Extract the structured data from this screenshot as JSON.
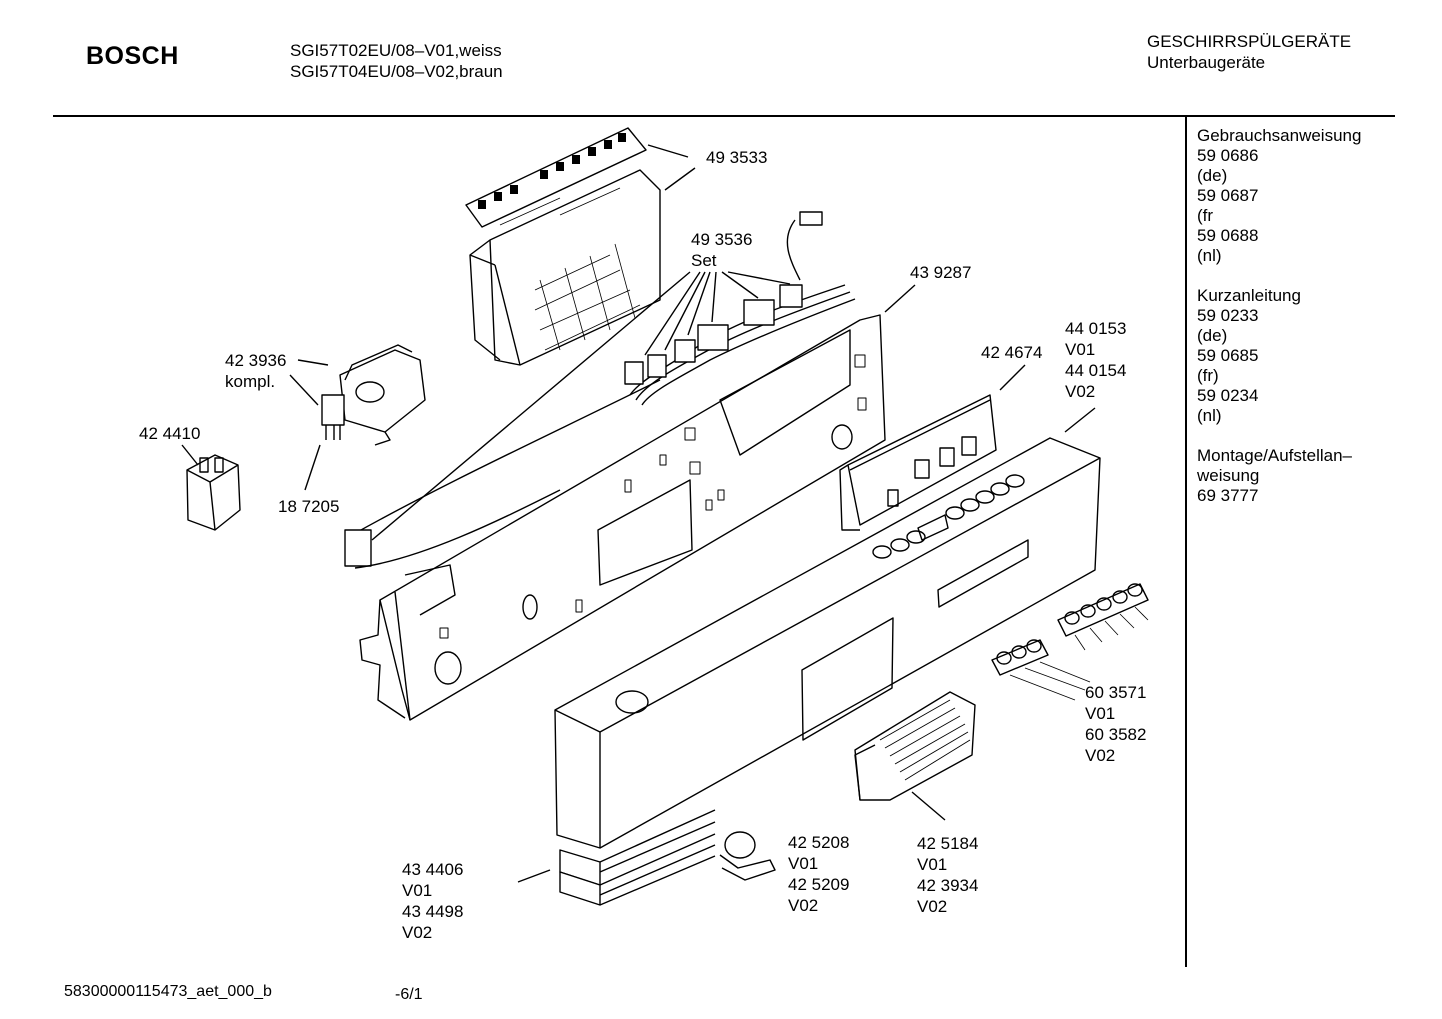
{
  "header": {
    "brand": "BOSCH",
    "models": [
      "SGI57T02EU/08–V01,weiss",
      "SGI57T04EU/08–V02,braun"
    ],
    "category": "GESCHIRRSPÜLGERÄTE",
    "subcategory": "Unterbaugeräte"
  },
  "sidebar": {
    "groups": [
      {
        "title": "Gebrauchsanweisung",
        "lines": [
          "59 0686",
          "(de)",
          "59 0687",
          "(fr",
          "59 0688",
          "(nl)"
        ]
      },
      {
        "title": "Kurzanleitung",
        "lines": [
          "59 0233",
          "(de)",
          "59 0685",
          "(fr)",
          "59 0234",
          "(nl)"
        ]
      },
      {
        "title": "Montage/Aufstellan–",
        "lines": [
          "weisung",
          "69 3777"
        ]
      }
    ]
  },
  "parts": {
    "p493533": {
      "lines": [
        "49 3533"
      ]
    },
    "p493536": {
      "lines": [
        "49 3536",
        "Set"
      ]
    },
    "p439287": {
      "lines": [
        "43 9287"
      ]
    },
    "p423936": {
      "lines": [
        "42 3936",
        "kompl."
      ]
    },
    "p424410": {
      "lines": [
        "42 4410"
      ]
    },
    "p187205": {
      "lines": [
        "18 7205"
      ]
    },
    "p424674": {
      "lines": [
        "42 4674"
      ]
    },
    "p440153": {
      "lines": [
        "44 0153",
        "V01",
        "44 0154",
        "V02"
      ]
    },
    "p603571": {
      "lines": [
        "60 3571",
        "V01",
        "60 3582",
        "V02"
      ]
    },
    "p425208": {
      "lines": [
        "42 5208",
        "V01",
        "42 5209",
        "V02"
      ]
    },
    "p425184": {
      "lines": [
        "42 5184",
        "V01",
        "42 3934",
        "V02"
      ]
    },
    "p434406": {
      "lines": [
        "43 4406",
        "V01",
        "43 4498",
        "V02"
      ]
    }
  },
  "footer": {
    "doc_id": "58300000115473_aet_000_b",
    "page": "-6/1"
  }
}
